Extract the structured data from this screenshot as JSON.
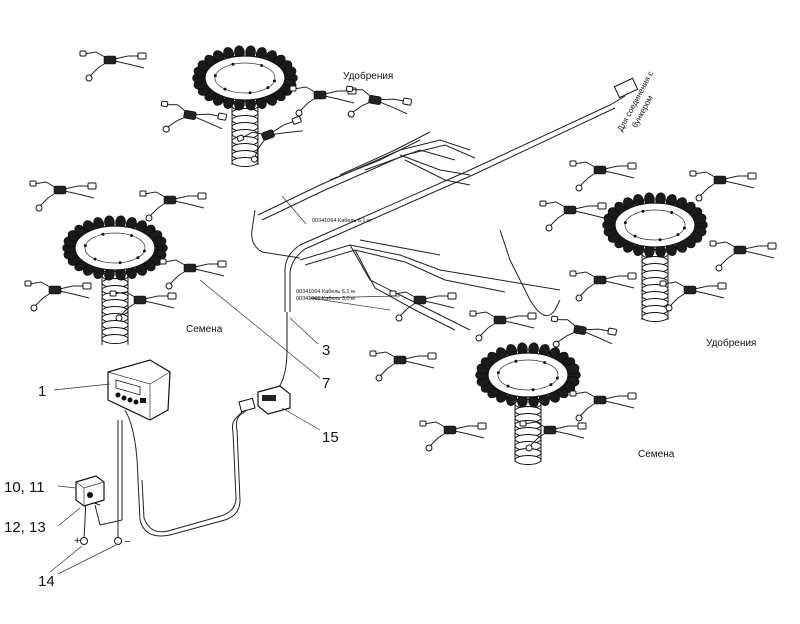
{
  "labels": {
    "fertilizer_top": "Удобрения",
    "fertilizer_right": "Удобрения",
    "seeds_left": "Семена",
    "seeds_bottom": "Семена",
    "hopper_line1": "Для соединения с",
    "hopper_line2": "бункером",
    "cable_main": "00341064 Кабель 6,1 м",
    "cable_a": "00341064 Кабель 6,1 м",
    "cable_b": "00341065 Кабель 3,0 м"
  },
  "callouts": {
    "c1": "1",
    "c3": "3",
    "c7": "7",
    "c15": "15",
    "c10_11": "10, 11",
    "c12_13": "12, 13",
    "c14": "14",
    "plus": "+",
    "minus": "−"
  }
}
